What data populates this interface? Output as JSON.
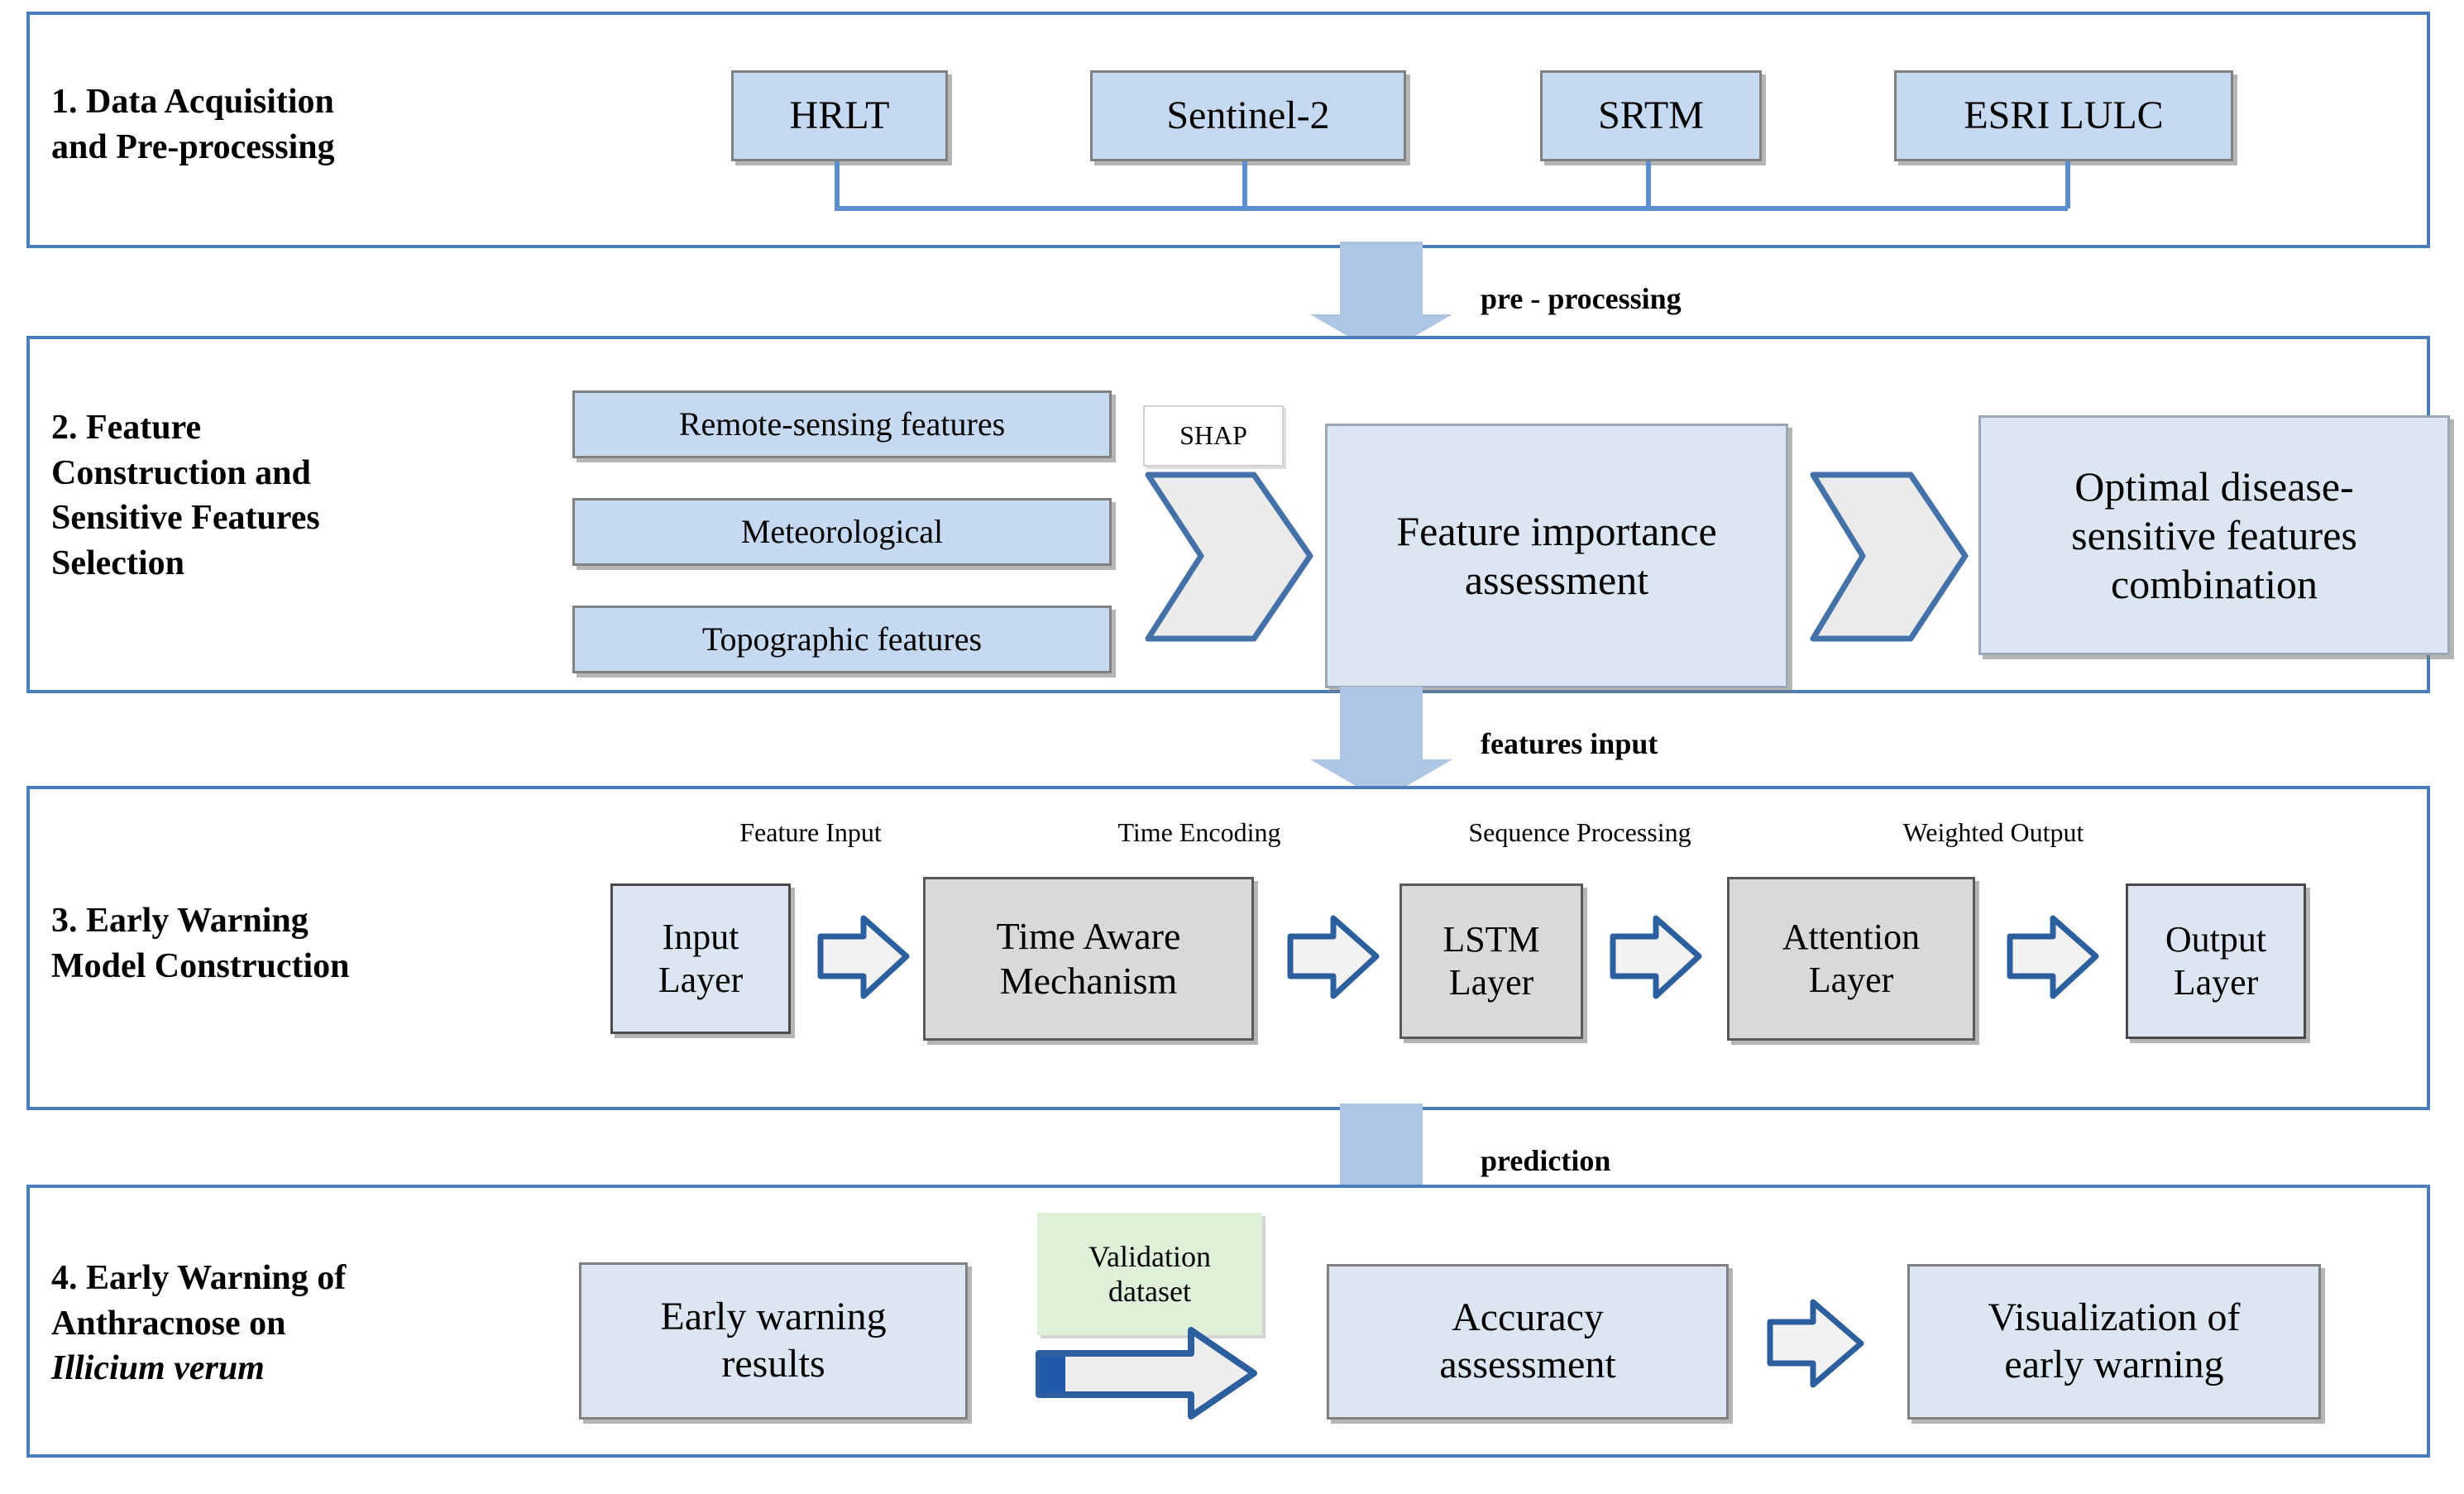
{
  "figure": {
    "type": "flowchart",
    "orientation": "vertical-4-stage"
  },
  "stages": [
    {
      "id": "stage1",
      "title_line1": "1. Data Acquisition",
      "title_line2": "and Pre-processing",
      "nodes": [
        {
          "label": "HRLT"
        },
        {
          "label": "Sentinel-2"
        },
        {
          "label": "SRTM"
        },
        {
          "label": "ESRI LULC"
        }
      ]
    },
    {
      "id": "stage2",
      "title_line1": "2. Feature",
      "title_line2": "Construction and",
      "title_line3": "Sensitive Features",
      "title_line4": "Selection",
      "feature_nodes": [
        {
          "label": "Remote-sensing features"
        },
        {
          "label": "Meteorological"
        },
        {
          "label": "Topographic features"
        }
      ],
      "shap_tag": "SHAP",
      "assessment": "Feature importance assessment",
      "assessment_line1": "Feature importance",
      "assessment_line2": "assessment",
      "optimal_line1": "Optimal disease-",
      "optimal_line2": "sensitive features",
      "optimal_line3": "combination"
    },
    {
      "id": "stage3",
      "title_line1": "3. Early Warning",
      "title_line2": "Model Construction",
      "captions": [
        {
          "label": "Feature Input"
        },
        {
          "label": "Time Encoding"
        },
        {
          "label": "Sequence Processing"
        },
        {
          "label": "Weighted Output"
        }
      ],
      "nodes": [
        {
          "line1": "Input",
          "line2": "Layer"
        },
        {
          "line1": "Time Aware",
          "line2": "Mechanism"
        },
        {
          "line1": "LSTM",
          "line2": "Layer"
        },
        {
          "line1": "Attention",
          "line2": "Layer"
        },
        {
          "line1": "Output",
          "line2": "Layer"
        }
      ]
    },
    {
      "id": "stage4",
      "title_line1": "4. Early Warning of",
      "title_line2": "Anthracnose on",
      "title_line3": "Illicium verum",
      "nodes": [
        {
          "line1": "Early warning",
          "line2": "results"
        },
        {
          "line1": "Validation",
          "line2": "dataset"
        },
        {
          "line1": "Accuracy",
          "line2": "assessment"
        },
        {
          "line1": "Visualization of",
          "line2": "early warning"
        }
      ]
    }
  ],
  "flow_labels": [
    {
      "label": "pre - processing"
    },
    {
      "label": "features input"
    },
    {
      "label": "prediction"
    }
  ],
  "colors": {
    "panel_border": "#4a7ebb",
    "node_blue_fill": "#c5d9f1",
    "node_lightblue_fill": "#dce6f2",
    "node_gray_fill": "#d9d9d9",
    "node_green_fill": "#dff0d8",
    "connector_blue": "#5b8fd0",
    "big_arrow_fill": "#aec6e4",
    "chevron_fill": "#ebebeb",
    "chevron_stroke": "#4472a8"
  }
}
